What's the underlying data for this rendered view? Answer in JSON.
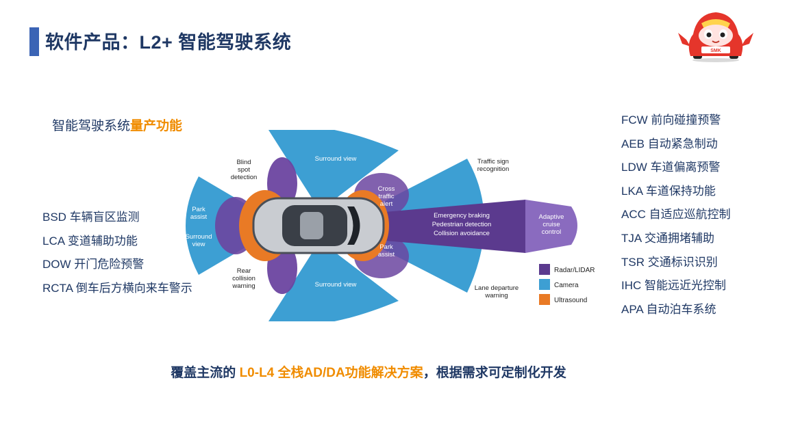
{
  "page": {
    "title": "软件产品：L2+ 智能驾驶系统",
    "logo_text": "SMK"
  },
  "subhead": {
    "prefix": "智能驾驶系统",
    "highlight": "量产功能"
  },
  "left_features": [
    "BSD 车辆盲区监测",
    "LCA 变道辅助功能",
    "DOW 开门危险预警",
    "RCTA 倒车后方横向来车警示"
  ],
  "right_features": [
    "FCW 前向碰撞预警",
    "AEB 自动紧急制动",
    "LDW 车道偏离预警",
    "LKA 车道保持功能",
    "ACC 自适应巡航控制",
    "TJA 交通拥堵辅助",
    "TSR 交通标识识别",
    "IHC 智能远近光控制",
    "APA 自动泊车系统"
  ],
  "diagram": {
    "labels": {
      "surround_top": "Surround view",
      "surround_bottom": "Surround view",
      "blind_spot": [
        "Blind",
        "spot",
        "detection"
      ],
      "park_assist_left": [
        "Park",
        "assist"
      ],
      "surround_left": [
        "Surround",
        "view"
      ],
      "rear_collision": [
        "Rear",
        "collision",
        "warning"
      ],
      "cross_traffic": [
        "Cross",
        "traffic",
        "alert"
      ],
      "park_assist_right": [
        "Park",
        "assist"
      ],
      "traffic_sign": [
        "Traffic sign",
        "recognition"
      ],
      "emergency": [
        "Emergency braking",
        "Pedestrian detection",
        "Collision avoidance"
      ],
      "adaptive": [
        "Adaptive",
        "cruise",
        "control"
      ],
      "lane_departure": [
        "Lane departure",
        "warning"
      ]
    },
    "legend": [
      {
        "label": "Radar/LIDAR",
        "color": "#5b3a8e"
      },
      {
        "label": "Camera",
        "color": "#3d9fd3"
      },
      {
        "label": "Ultrasound",
        "color": "#e97a25"
      }
    ],
    "colors": {
      "radar": "#5b3a8e",
      "camera": "#3d9fd3",
      "ultrasound": "#e97a25"
    }
  },
  "bottom": {
    "prefix": "覆盖主流的 ",
    "highlight": "L0-L4 全栈AD/DA功能解决方案",
    "suffix": "，根据需求可定制化开发"
  }
}
